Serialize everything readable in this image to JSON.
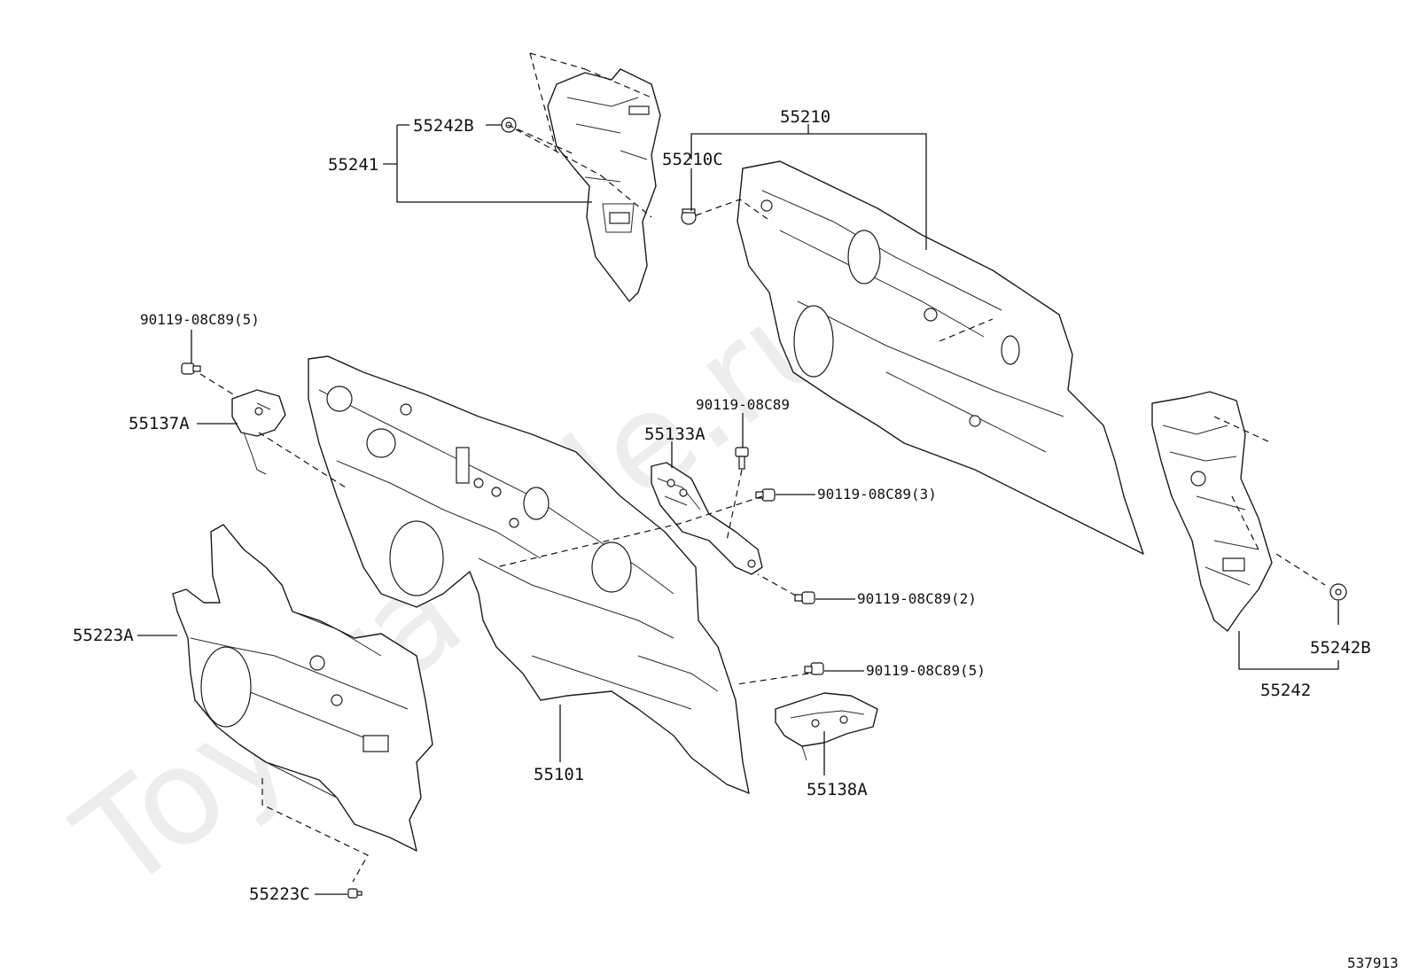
{
  "watermark": "ToyotaTeile.ru",
  "diagram_id": "537913",
  "labels": {
    "p55242B_top": "55242B",
    "p55241": "55241",
    "p55210": "55210",
    "p55210C": "55210C",
    "bolt_5_left": "90119-08C89(5)",
    "p55137A": "55137A",
    "bolt_center": "90119-08C89",
    "p55133A": "55133A",
    "bolt_3": "90119-08C89(3)",
    "bolt_2": "90119-08C89(2)",
    "p55223A": "55223A",
    "bolt_5_right": "90119-08C89(5)",
    "p55101": "55101",
    "p55138A": "55138A",
    "p55223C": "55223C",
    "p55242B_right": "55242B",
    "p55242": "55242"
  }
}
